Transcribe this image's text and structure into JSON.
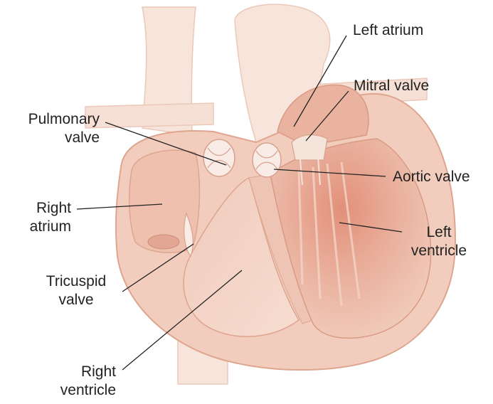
{
  "labels": {
    "left_atrium": "Left atrium",
    "mitral_valve": "Mitral valve",
    "pulmonary_valve_1": "Pulmonary",
    "pulmonary_valve_2": "valve",
    "aortic_valve": "Aortic valve",
    "right_atrium_1": "Right",
    "right_atrium_2": "atrium",
    "left_ventricle_1": "Left",
    "left_ventricle_2": "ventricle",
    "tricuspid_valve_1": "Tricuspid",
    "tricuspid_valve_2": "valve",
    "right_ventricle_1": "Right",
    "right_ventricle_2": "ventricle"
  },
  "colors": {
    "tissue_light": "#f6dccf",
    "tissue_mid": "#eec2ae",
    "tissue_dark": "#e39f86",
    "vessel": "#f7e3d9",
    "valve": "#f9ece6",
    "leader_line": "#222222",
    "text": "#222222"
  }
}
